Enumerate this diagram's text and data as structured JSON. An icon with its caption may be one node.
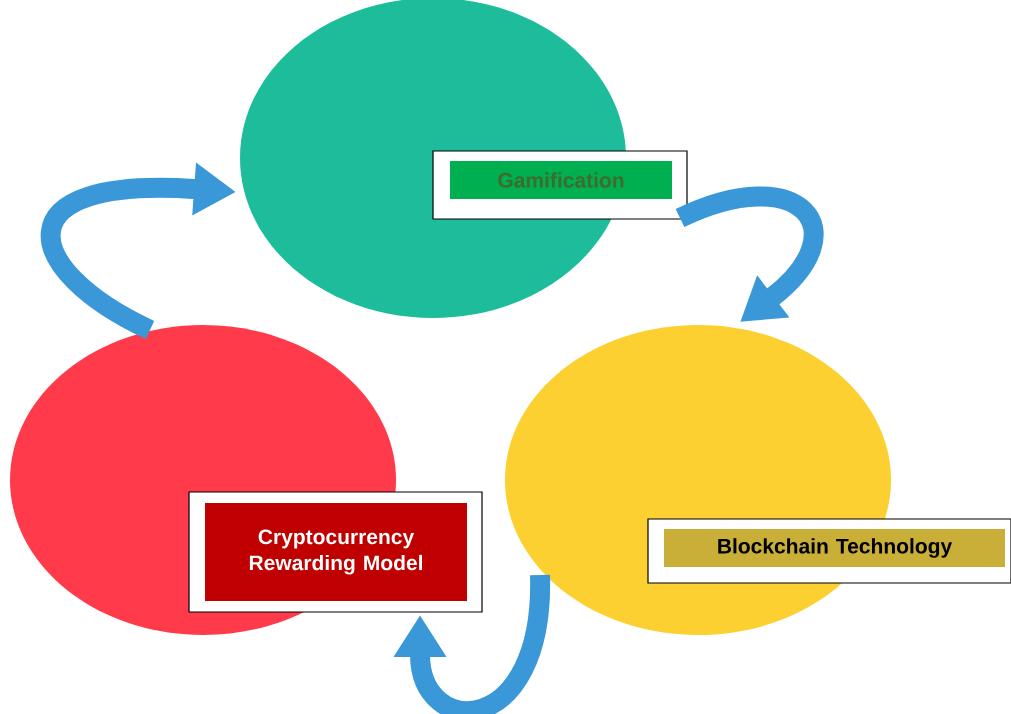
{
  "diagram": {
    "nodes": [
      {
        "text": [
          "Gamification"
        ]
      },
      {
        "text": [
          "Blockchain Technology"
        ]
      },
      {
        "text": [
          "Cryptocurrency Rewarding Model"
        ]
      }
    ],
    "edges": [
      {
        "from": 2,
        "to": 0,
        "arrow": "to"
      },
      {
        "from": 0,
        "to": 1,
        "arrow": "to"
      },
      {
        "from": 1,
        "to": 2,
        "arrow": "to"
      }
    ]
  }
}
